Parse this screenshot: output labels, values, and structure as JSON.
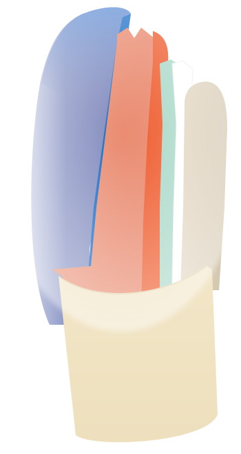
{
  "illustration": {
    "layers": [
      {
        "name": "outer-blue-shell",
        "color": "#6f8fcf"
      },
      {
        "name": "blue-line",
        "color": "#1b6fc8"
      },
      {
        "name": "salmon-layer",
        "color": "#e9846a"
      },
      {
        "name": "orange-red-layer",
        "color": "#ee5a2b"
      },
      {
        "name": "mint-layer",
        "color": "#a9d8c8"
      },
      {
        "name": "white-layer",
        "color": "#ffffff"
      },
      {
        "name": "beige-core",
        "color": "#d8cbb4"
      },
      {
        "name": "cream-base",
        "color": "#efe3c2"
      }
    ]
  }
}
